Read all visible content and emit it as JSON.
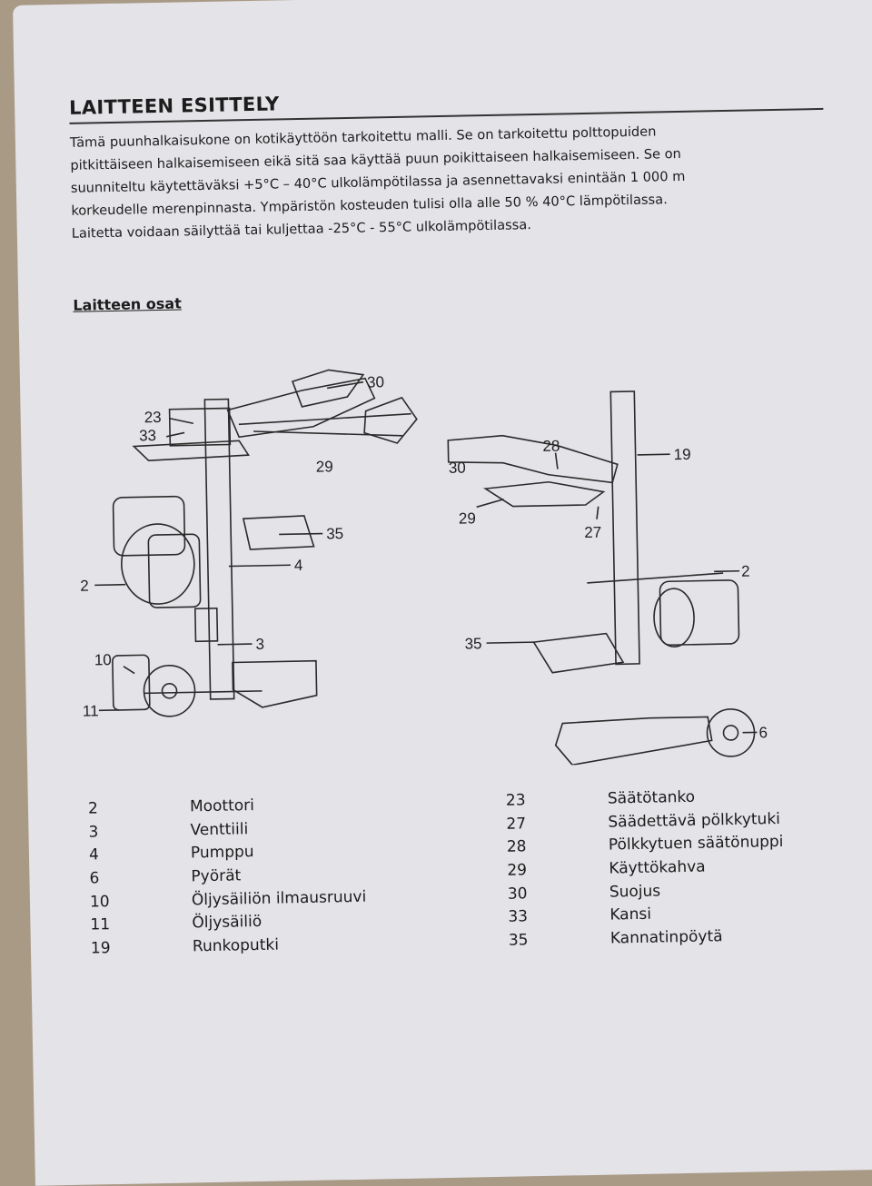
{
  "document": {
    "heading": "LAITTEEN ESITTELY",
    "intro_lines": [
      "Tämä puunhalkaisukone on kotikäyttöön tarkoitettu malli. Se on tarkoitettu polttopuiden",
      "pitkittäiseen halkaisemiseen eikä sitä saa käyttää puun poikittaiseen halkaisemiseen. Se on",
      "suunniteltu käytettäväksi +5°C – 40°C ulkolämpötilassa ja asennettavaksi enintään 1 000 m",
      "korkeudelle merenpinnasta. Ympäristön kosteuden tulisi olla alle 50 % 40°C lämpötilassa.",
      "Laitetta voidaan säilyttää tai kuljettaa -25°C - 55°C ulkolämpötilassa."
    ],
    "subheading": "Laitteen osat"
  },
  "diagram": {
    "left_view_callouts": [
      "30",
      "23",
      "33",
      "29",
      "35",
      "4",
      "2",
      "3",
      "10",
      "11"
    ],
    "right_view_callouts": [
      "28",
      "30",
      "19",
      "2",
      "29",
      "27",
      "35",
      "6"
    ]
  },
  "parts_list": {
    "left": [
      {
        "num": "2",
        "name": "Moottori"
      },
      {
        "num": "3",
        "name": "Venttiili"
      },
      {
        "num": "4",
        "name": "Pumppu"
      },
      {
        "num": "6",
        "name": "Pyörät"
      },
      {
        "num": "10",
        "name": "Öljysäiliön ilmausruuvi"
      },
      {
        "num": "11",
        "name": "Öljysäiliö"
      },
      {
        "num": "19",
        "name": "Runkoputki"
      }
    ],
    "right": [
      {
        "num": "23",
        "name": "Säätötanko"
      },
      {
        "num": "27",
        "name": "Säädettävä pölkkytuki"
      },
      {
        "num": "28",
        "name": "Pölkkytuen säätönuppi"
      },
      {
        "num": "29",
        "name": "Käyttökahva"
      },
      {
        "num": "30",
        "name": "Suojus"
      },
      {
        "num": "33",
        "name": "Kansi"
      },
      {
        "num": "35",
        "name": "Kannatinpöytä"
      }
    ]
  }
}
